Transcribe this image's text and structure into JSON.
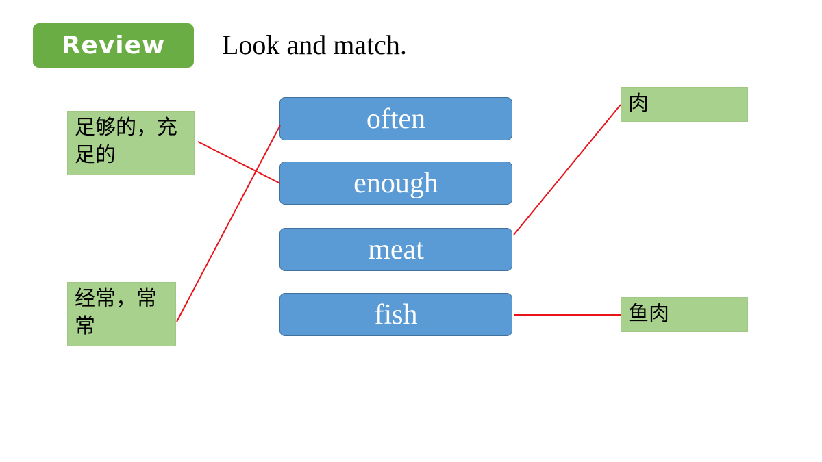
{
  "header": {
    "badge": "Review",
    "instruction": "Look and match."
  },
  "words": [
    "often",
    "enough",
    "meat",
    "fish"
  ],
  "meanings": {
    "left_top": "足够的，充足的",
    "left_bottom": "经常，常常",
    "right_top": "肉",
    "right_bottom": "鱼肉"
  },
  "colors": {
    "badge": "#6aad45",
    "word_box": "#5b9bd5",
    "meaning_box": "#a9d18e",
    "match_line": "#e8141a"
  }
}
